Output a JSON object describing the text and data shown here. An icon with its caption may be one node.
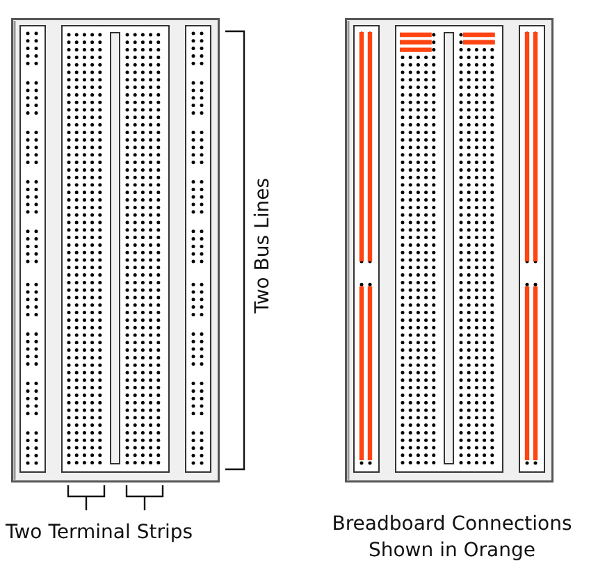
{
  "diagram": {
    "labels": [
      "Two Bus Lines",
      "Two Terminal Strips",
      "Breadboard Connections Shown in Orange"
    ]
  }
}
